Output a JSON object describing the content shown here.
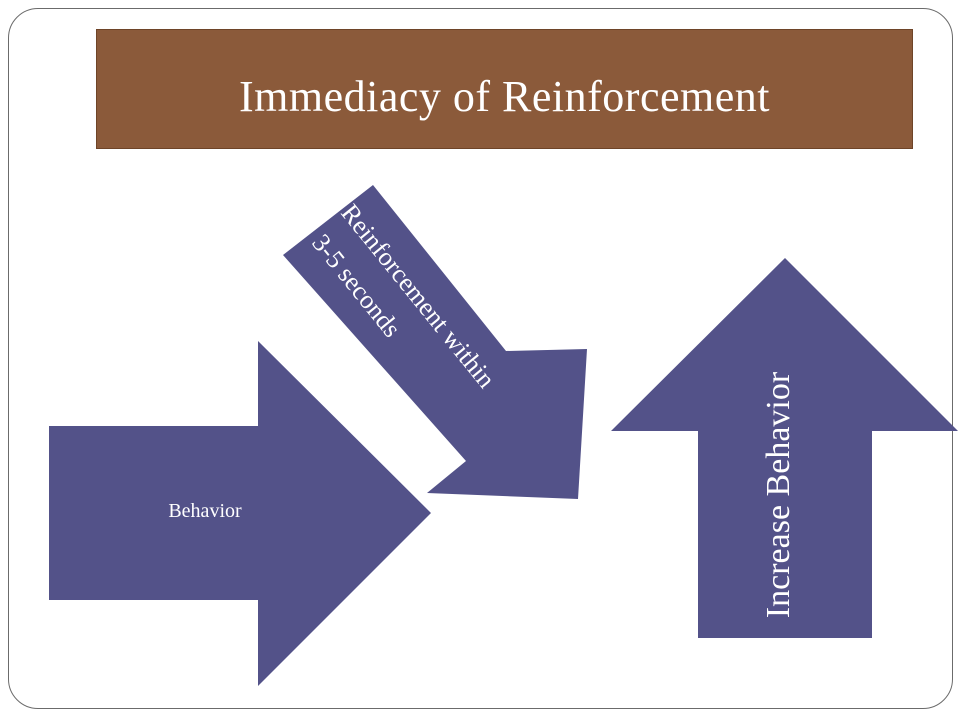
{
  "slide": {
    "title": "Immediacy of Reinforcement"
  },
  "diagram": {
    "behavior_label": "Behavior",
    "reinforcement_label_line1": "Reinforcement within",
    "reinforcement_label_line2": "3-5 seconds",
    "increase_label": "Increase Behavior"
  },
  "colors": {
    "title_band": "#8b5a3a",
    "arrow_fill": "#535289",
    "text": "#ffffff",
    "frame_border": "#6b6b6b"
  }
}
